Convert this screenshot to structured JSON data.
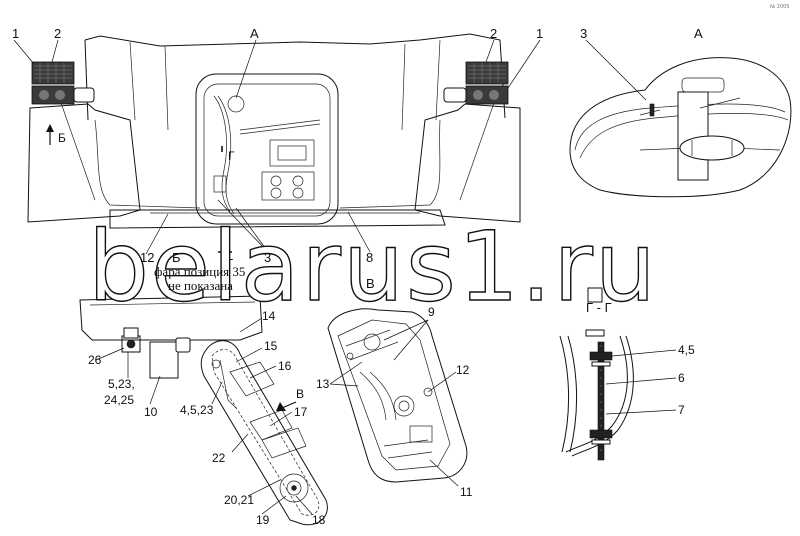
{
  "watermark": "belarus1.ru",
  "corner_mark": "№ 2005",
  "view_labels": {
    "view_a": "А",
    "view_b_arrow": "Б",
    "view_b_lower": "Б",
    "view_v": "В",
    "view_v_arrow": "В",
    "section_g": "Г",
    "section_g_lower": "Г",
    "section_gg": "Г - Г"
  },
  "note_line1": "фара позиция 35",
  "note_line2": "не показана",
  "callouts": {
    "c1_left": "1",
    "c2_left": "2",
    "c2_right": "2",
    "c1_right": "1",
    "c3_view": "3",
    "c3_main": "3",
    "c8": "8",
    "c12_left": "12",
    "c12_right": "12",
    "c14": "14",
    "c15": "15",
    "c16": "16",
    "c17": "17",
    "c26": "26",
    "c5_23_a": "5,23,",
    "c5_23_b": "24,25",
    "c10": "10",
    "c4_5_23": "4,5,23",
    "c22": "22",
    "c20_21": "20,21",
    "c19": "19",
    "c18": "18",
    "c9": "9",
    "c13": "13",
    "c11": "11",
    "c4_5": "4,5",
    "c6": "6",
    "c7": "7"
  }
}
